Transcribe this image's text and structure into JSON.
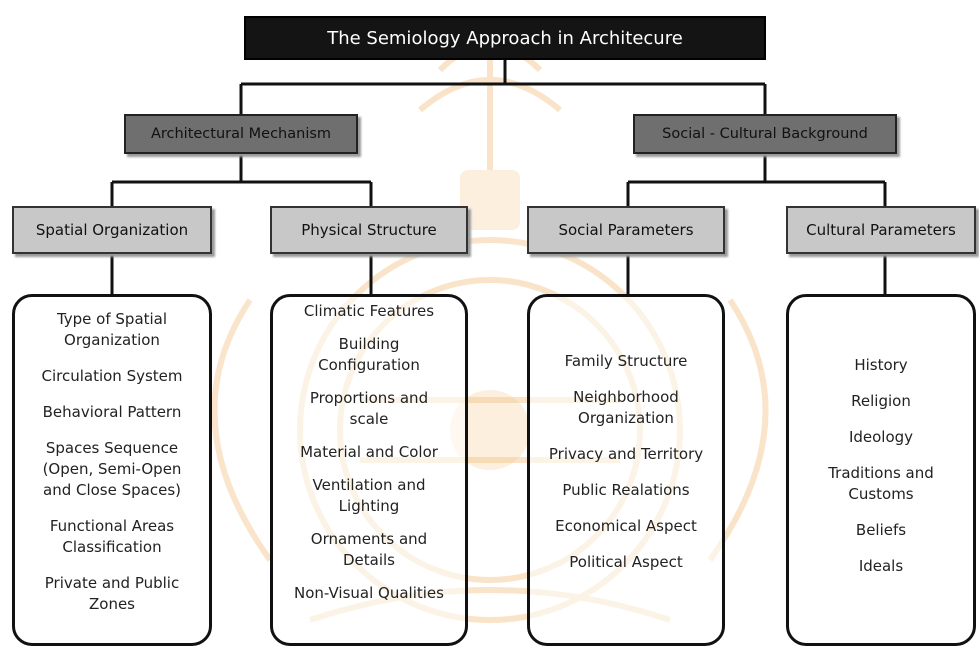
{
  "title": "The Semiology Approach in Architecure",
  "branches": [
    {
      "label": "Architectural Mechanism",
      "children": [
        {
          "label": "Spatial Organization",
          "items": [
            "Type of Spatial\nOrganization",
            "Circulation System",
            "Behavioral Pattern",
            "Spaces Sequence\n(Open, Semi-Open\nand Close Spaces)",
            "Functional Areas\nClassification",
            "Private and Public\nZones"
          ]
        },
        {
          "label": "Physical Structure",
          "items": [
            "Climatic Features",
            "Building\nConfiguration",
            "Proportions and\nscale",
            "Material and Color",
            "Ventilation and\nLighting",
            "Ornaments and\nDetails",
            "Non-Visual Qualities"
          ]
        }
      ]
    },
    {
      "label": "Social - Cultural Background",
      "children": [
        {
          "label": "Social Parameters",
          "items": [
            "Family Structure",
            "Neighborhood\nOrganization",
            "Privacy and Territory",
            "Public Realations",
            "Economical Aspect",
            "Political Aspect"
          ]
        },
        {
          "label": "Cultural Parameters",
          "items": [
            "History",
            "Religion",
            "Ideology",
            "Traditions and\nCustoms",
            "Beliefs",
            "Ideals"
          ]
        }
      ]
    }
  ],
  "colors": {
    "title_bg": "#141414",
    "branch_bg": "#6f6f6f",
    "sub_bg": "#c8c8c8",
    "watermark": "#e8a040"
  },
  "watermark": {
    "icon": "university-seal-watermark"
  }
}
